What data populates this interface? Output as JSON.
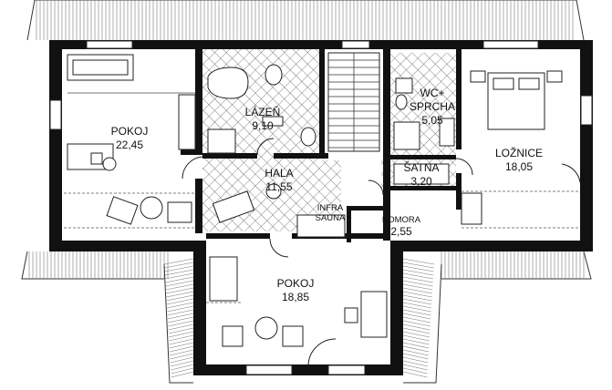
{
  "rooms": [
    {
      "id": "pokoj-1",
      "name": "POKOJ",
      "area": "22,45"
    },
    {
      "id": "lazen",
      "name": "LÁZEŇ",
      "area": "9,10"
    },
    {
      "id": "wc-sprcha",
      "name_line1": "WC+",
      "name_line2": "SPRCHA",
      "area": "5,05"
    },
    {
      "id": "loznice",
      "name": "LOŽNICE",
      "area": "18,05"
    },
    {
      "id": "hala",
      "name": "HALA",
      "area": "11,55"
    },
    {
      "id": "satna",
      "name": "ŠATNA",
      "area": "3,20"
    },
    {
      "id": "infra-sauna",
      "name_line1": "INFRA",
      "name_line2": "SAUNA"
    },
    {
      "id": "komora",
      "name": "KOMORA",
      "area": "2,55"
    },
    {
      "id": "pokoj-2",
      "name": "POKOJ",
      "area": "18,85"
    }
  ],
  "colors": {
    "wall": "#111111",
    "hatch": "#444444",
    "roof": "#777777",
    "background": "#ffffff"
  }
}
